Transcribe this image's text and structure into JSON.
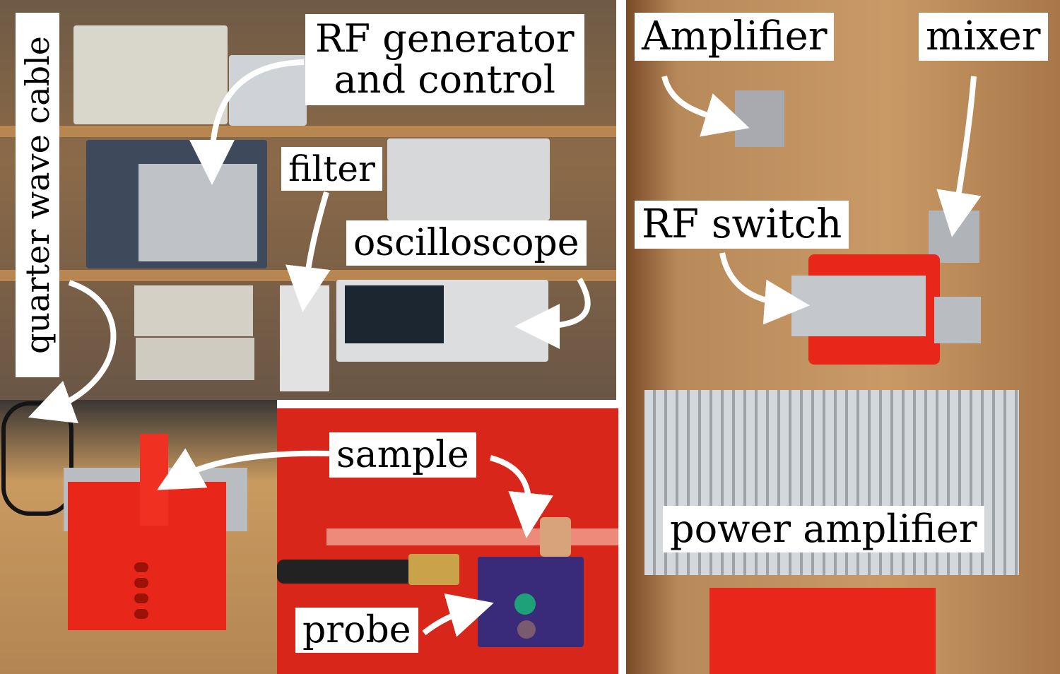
{
  "labels": {
    "rf_generator_line1": "RF generator",
    "rf_generator_line2": "and control",
    "filter": "filter",
    "oscilloscope": "oscilloscope",
    "quarter_wave_cable": "quarter wave cable",
    "sample": "sample",
    "probe": "probe",
    "amplifier": "Amplifier",
    "mixer": "mixer",
    "rf_switch": "RF switch",
    "power_amplifier": "power amplifier"
  },
  "colors": {
    "label_bg": "#ffffff",
    "label_text": "#000000",
    "arrow": "#ffffff",
    "printed_part_red": "#e8261a",
    "wood": "#c99a66",
    "heatsink": "#c8ccd0",
    "pcb_purple": "#3a2a7a"
  }
}
